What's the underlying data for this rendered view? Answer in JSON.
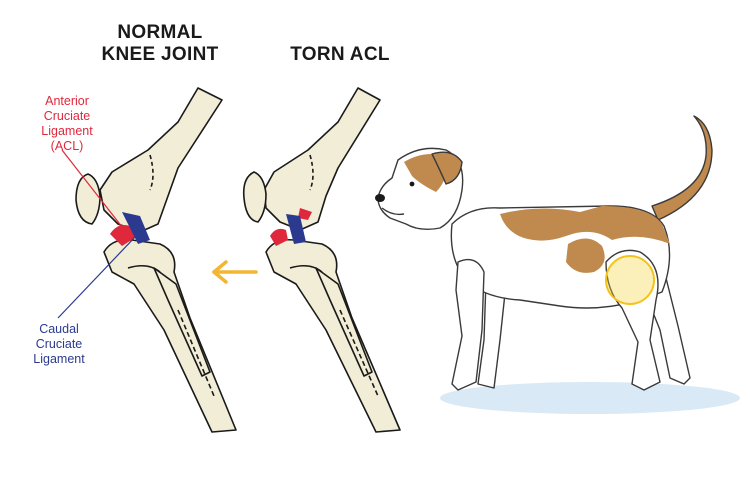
{
  "titles": {
    "normal": {
      "line1": "NORMAL",
      "line2": "KNEE JOINT"
    },
    "torn": "TORN ACL"
  },
  "labels": {
    "acl": {
      "line1": "Anterior",
      "line2": "Cruciate",
      "line3": "Ligament",
      "line4": "(ACL)"
    },
    "caudal": {
      "line1": "Caudal",
      "line2": "Cruciate",
      "line3": "Ligament"
    }
  },
  "colors": {
    "acl": "#e0283c",
    "caudal": "#2b3a8f",
    "arrow": "#f2b632",
    "highlight": "#f5d33a",
    "bone": "#f1edd6",
    "dog_patch": "#c08a4e"
  }
}
